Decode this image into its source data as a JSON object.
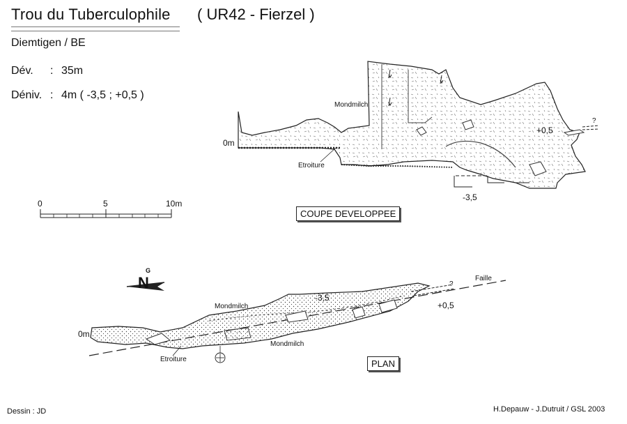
{
  "header": {
    "title": "Trou du Tuberculophile",
    "code": "( UR42 - Fierzel )",
    "location": "Diemtigen / BE"
  },
  "stats": {
    "dev_label": "Dév.",
    "dev_value": "35m",
    "deniv_label": "Déniv.",
    "deniv_value": "4m  ( -3,5 ; +0,5 )",
    "colon": ":"
  },
  "scale_bar": {
    "ticks": [
      "0",
      "5",
      "10m"
    ]
  },
  "section": {
    "box_label": "COUPE DEVELOPPEE",
    "level_0": "0m",
    "level_plus": "+0,5",
    "level_minus": "-3,5",
    "mondmilch": "Mondmilch",
    "etroiture": "Etroiture",
    "question": "?"
  },
  "plan": {
    "box_label": "PLAN",
    "level_0": "0m",
    "level_minus": "-3,5",
    "level_plus": "+0,5",
    "mondmilch_top": "Mondmilch",
    "mondmilch_bottom": "Mondmilch",
    "etroiture": "Etroiture",
    "faille": "Faille",
    "question": "?"
  },
  "north_arrow": {
    "letter_n": "N",
    "letter_g": "G"
  },
  "footer": {
    "drawn_by": "Dessin : JD",
    "authors": "H.Depauw - J.Dutruit  /  GSL 2003"
  }
}
